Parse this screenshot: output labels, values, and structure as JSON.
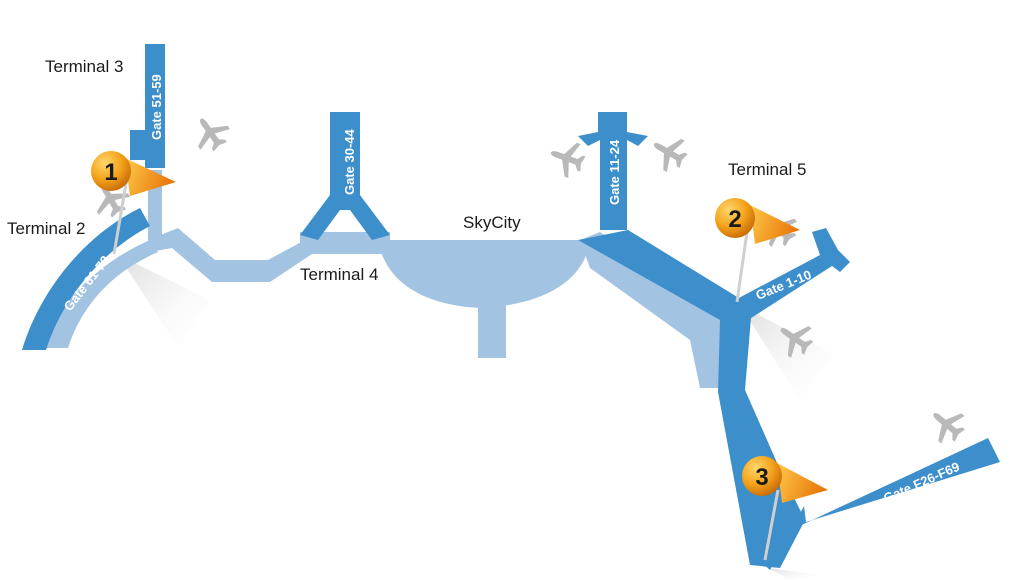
{
  "colors": {
    "concourse_dark": "#3d8fcb",
    "concourse_light": "#a3c3e2",
    "airplane": "#b9b9b9",
    "pin_orange": "#f39a1e",
    "pin_stroke": "#c8c8c8",
    "label_text": "#1b1b1b",
    "gate_text": "#ffffff"
  },
  "terminals": {
    "t2": "Terminal 2",
    "t3": "Terminal 3",
    "t4": "Terminal 4",
    "t5": "Terminal 5",
    "skycity": "SkyCity"
  },
  "gates": {
    "g51_59": "Gate 51-59",
    "g30_44": "Gate 30-44",
    "g11_24": "Gate 11-24",
    "g1_10": "Gate 1-10",
    "g61_72": "Gate 61-72",
    "gF26_F69": "Gate F26-F69"
  },
  "pins": [
    {
      "number": "1",
      "icon": "flag-pin-icon"
    },
    {
      "number": "2",
      "icon": "flag-pin-icon"
    },
    {
      "number": "3",
      "icon": "flag-pin-icon"
    }
  ],
  "icons": [
    "airplane-icon",
    "flag-pin-icon"
  ]
}
